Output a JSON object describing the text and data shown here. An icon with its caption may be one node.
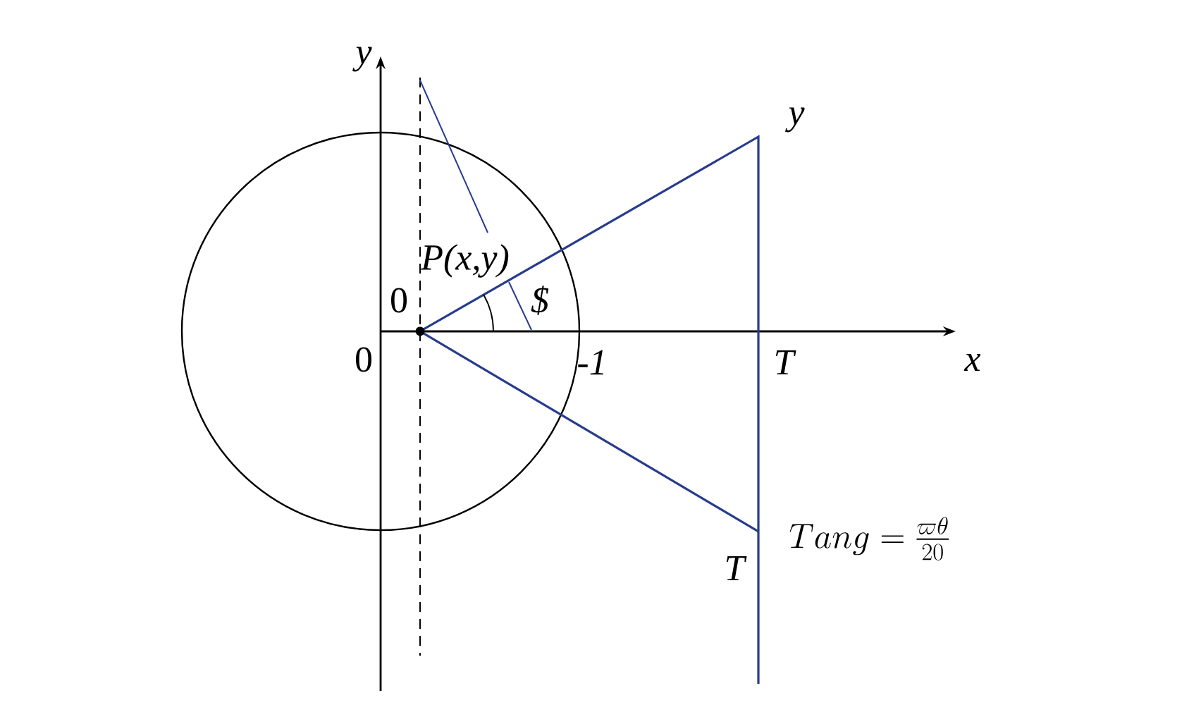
{
  "diagram": {
    "labels": [
      "y",
      "y",
      "P(x,y)",
      "0",
      "$",
      "0",
      "-1",
      "T",
      "x",
      "T",
      "Tang=\\frac{\\varpi\\theta}{20}"
    ]
  }
}
